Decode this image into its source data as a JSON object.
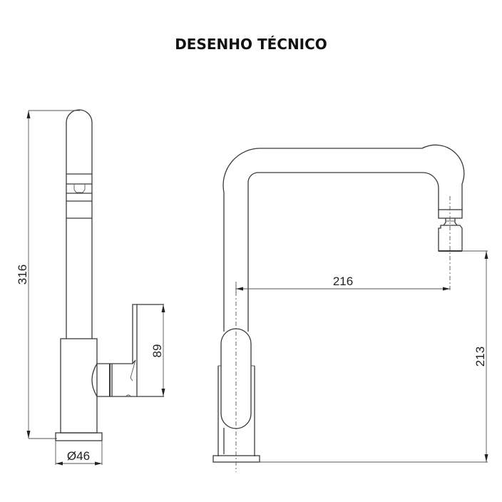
{
  "title": "DESENHO TÉCNICO",
  "side_view": {
    "height_dim": "316",
    "handle_dim": "89",
    "base_dim": "Ø46"
  },
  "front_view": {
    "reach_dim": "216",
    "spout_height_dim": "213"
  },
  "colors": {
    "line": "#3a3a3a",
    "text": "#111111",
    "background": "#ffffff"
  }
}
